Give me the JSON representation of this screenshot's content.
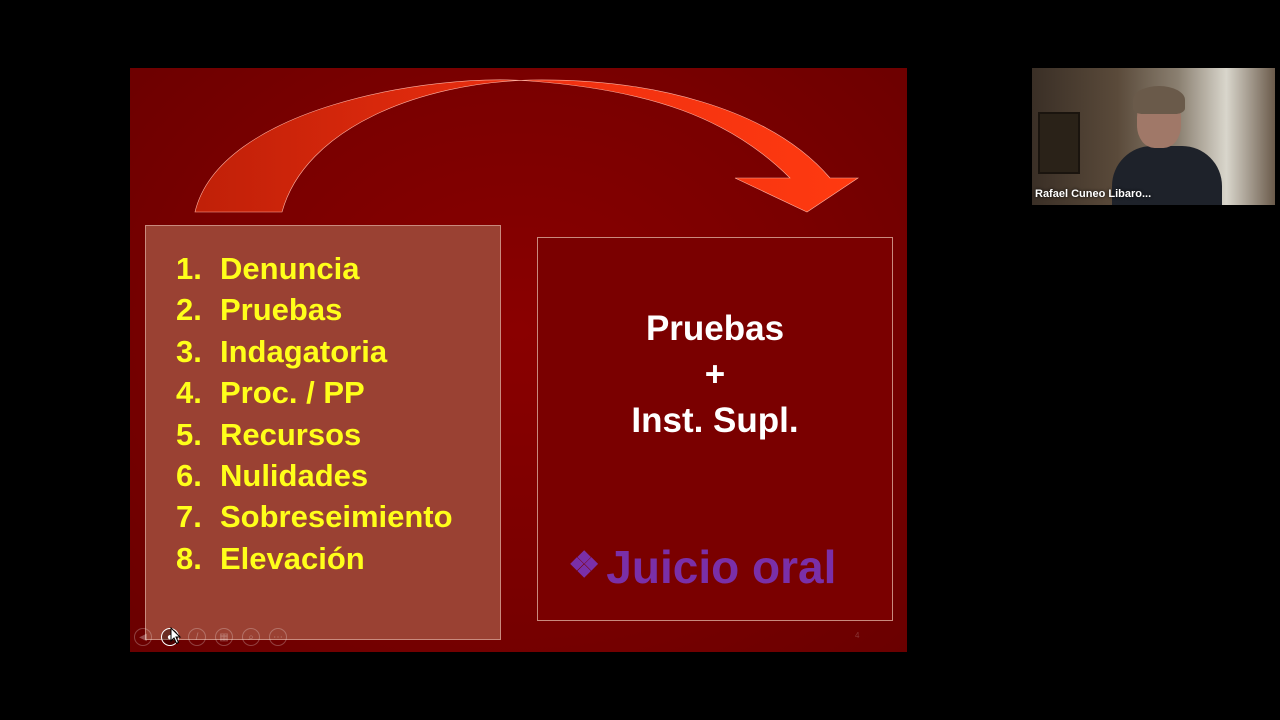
{
  "slide": {
    "items": [
      {
        "num": "1.",
        "label": "Denuncia"
      },
      {
        "num": "2.",
        "label": "Pruebas"
      },
      {
        "num": "3.",
        "label": "Indagatoria"
      },
      {
        "num": "4.",
        "label": "Proc. / PP"
      },
      {
        "num": "5.",
        "label": "Recursos"
      },
      {
        "num": "6.",
        "label": "Nulidades"
      },
      {
        "num": "7.",
        "label": "Sobreseimiento"
      },
      {
        "num": "8.",
        "label": "Elevación"
      }
    ],
    "right_line1": "Pruebas",
    "right_line2": "+",
    "right_line3": "Inst. Supl.",
    "bullet": "❖",
    "juicio": "Juicio oral",
    "page_number": "4"
  },
  "toolbar": {
    "prev_icon": "◀",
    "pointer_icon": "●",
    "pen_icon": "/",
    "slides_icon": "▦",
    "zoom_icon": "⌕",
    "more_icon": "⋯"
  },
  "participant": {
    "name": "Rafael Cuneo Libaro..."
  },
  "colors": {
    "slide_bg": "#7a0000",
    "list_text": "#ffff1a",
    "juicio_text": "#7a2fa8",
    "arrow": "#ff3a10"
  }
}
